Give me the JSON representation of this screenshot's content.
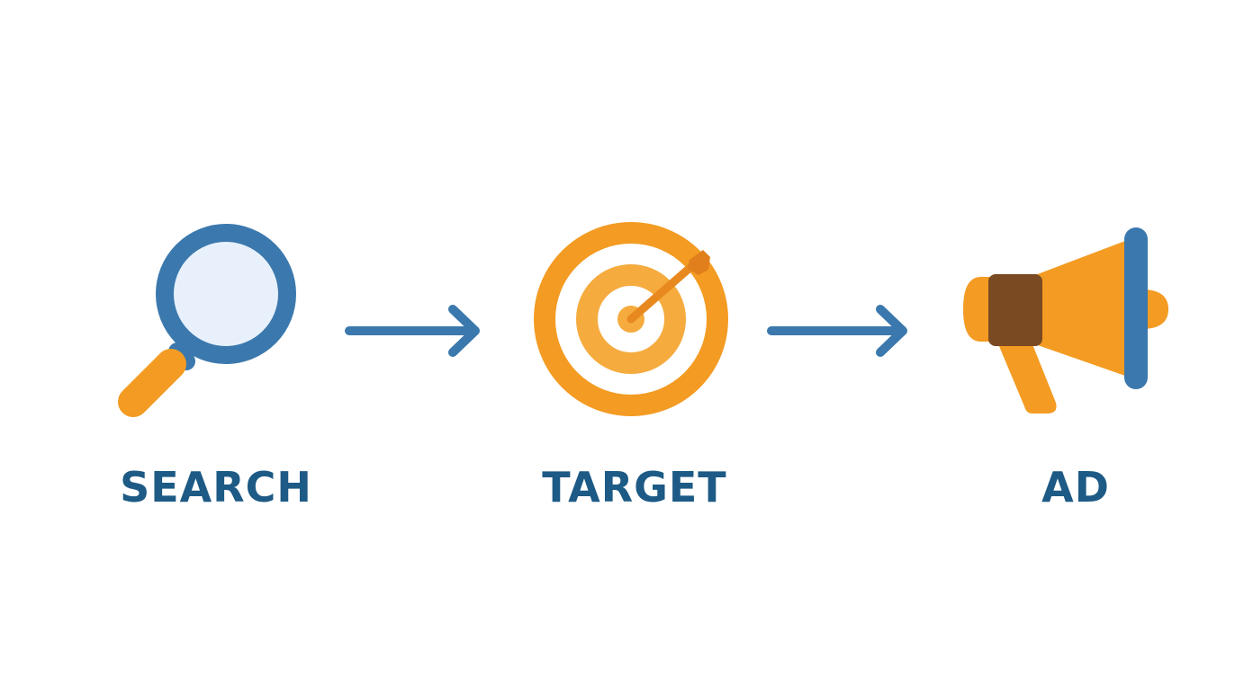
{
  "steps": [
    {
      "label": "SEARCH",
      "icon": "magnifying-glass-icon"
    },
    {
      "label": "TARGET",
      "icon": "target-with-dart-icon"
    },
    {
      "label": "AD",
      "icon": "megaphone-icon"
    }
  ],
  "connectors": [
    "arrow-right-icon",
    "arrow-right-icon"
  ],
  "colors": {
    "label_text": "#1d5a85",
    "blue": "#3b78ad",
    "lens_fill": "#e8f1fb",
    "orange": "#f39b22",
    "orange_light": "#f5ab3e",
    "orange_dark": "#e07f1c",
    "brown": "#7a4a22",
    "background": "#ffffff"
  }
}
